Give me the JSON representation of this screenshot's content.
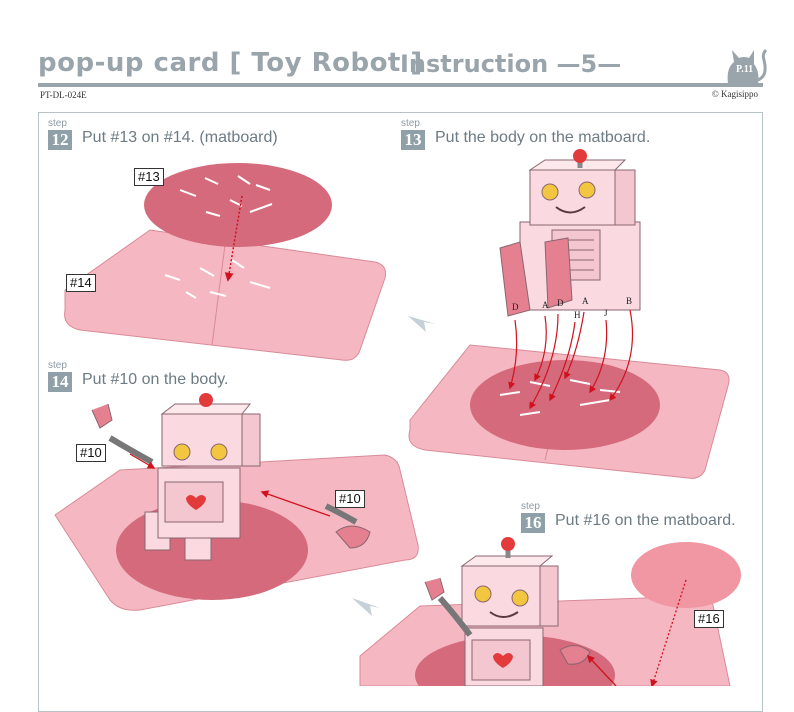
{
  "header": {
    "title": "pop-up card [ Toy Robot ]",
    "instruction": "Instruction —5—",
    "page_label": "P.11",
    "code": "PT-DL-024E",
    "copyright": "© Kagisippo"
  },
  "steps": [
    {
      "small": "step",
      "num": "12",
      "text": "Put #13 on #14. (matboard)"
    },
    {
      "small": "step",
      "num": "13",
      "text": "Put the body on the matboard."
    },
    {
      "small": "step",
      "num": "14",
      "text": "Put #10 on the body."
    },
    {
      "small": "step",
      "num": "16",
      "text": "Put #16 on the matboard."
    }
  ],
  "tags": {
    "t13": "#13",
    "t14": "#14",
    "t10a": "#10",
    "t10b": "#10",
    "t16": "#16"
  },
  "part_letters": [
    "D",
    "A",
    "D",
    "A",
    "H",
    "J",
    "B"
  ],
  "colors": {
    "gray_title": "#9aa4ab",
    "matboard": "#f5b8c2",
    "dark_circle": "#d46a7b",
    "robot_body": "#fad9e0",
    "arrow_red": "#d0121e",
    "step_box": "#8fa0a8"
  }
}
